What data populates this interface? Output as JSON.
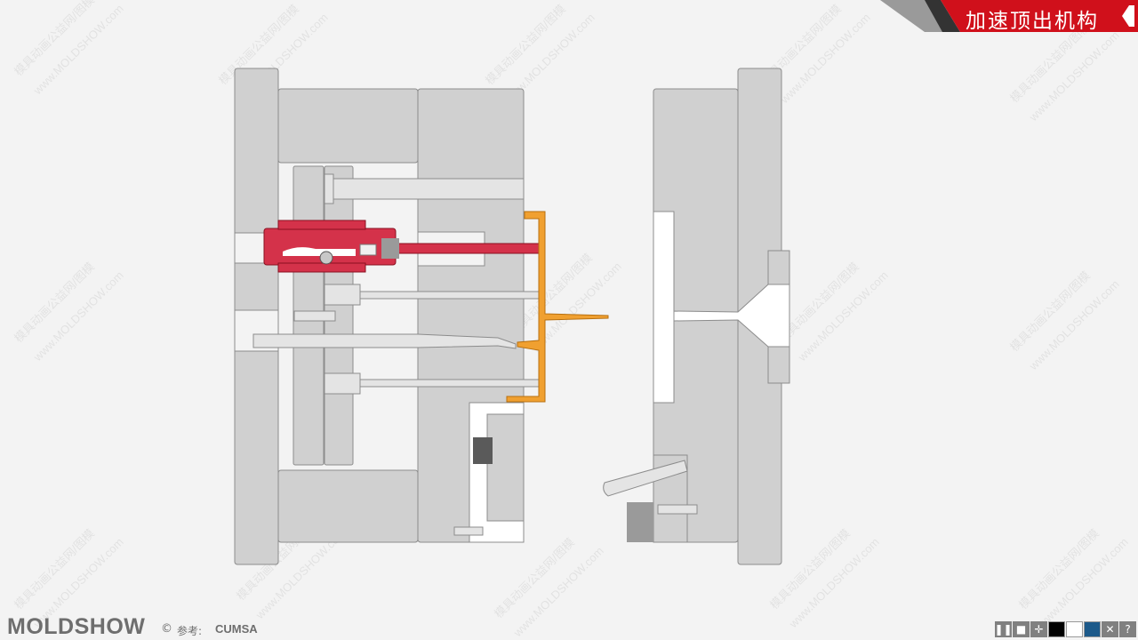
{
  "header": {
    "title": "加速顶出机构",
    "accent": "#d0101b",
    "dark": "#333333",
    "steel": "#9a9a9a"
  },
  "footer": {
    "brand": "MOLDSHOW",
    "copyright_symbol": "©",
    "reference_label": "参考:",
    "reference_name": "CUMSA"
  },
  "watermark": {
    "line1": "模具动画公益网/图模",
    "line2": "www.MOLDSHOW.com"
  },
  "colors": {
    "plate": "#d0d0d0",
    "plate_edge": "#8c8c8c",
    "cavity": "#f3f3f3",
    "mechanism": "#d4324a",
    "part": "#f0a030",
    "pin": "#e4e4e4"
  },
  "controls": [
    {
      "name": "pause-button",
      "icon": "pause-icon",
      "glyph": "❚❚"
    },
    {
      "name": "stop-button",
      "icon": "stop-icon",
      "glyph": "■"
    },
    {
      "name": "move-button",
      "icon": "move-icon",
      "glyph": "✛"
    },
    {
      "name": "bg-black-button",
      "icon": "black-swatch-icon",
      "color": "#000000"
    },
    {
      "name": "bg-white-button",
      "icon": "white-swatch-icon",
      "color": "#ffffff"
    },
    {
      "name": "bg-blue-button",
      "icon": "blue-swatch-icon",
      "color": "#1d5a8a"
    },
    {
      "name": "close-button",
      "icon": "close-icon",
      "glyph": "✕"
    },
    {
      "name": "help-button",
      "icon": "help-icon",
      "glyph": "?"
    }
  ]
}
